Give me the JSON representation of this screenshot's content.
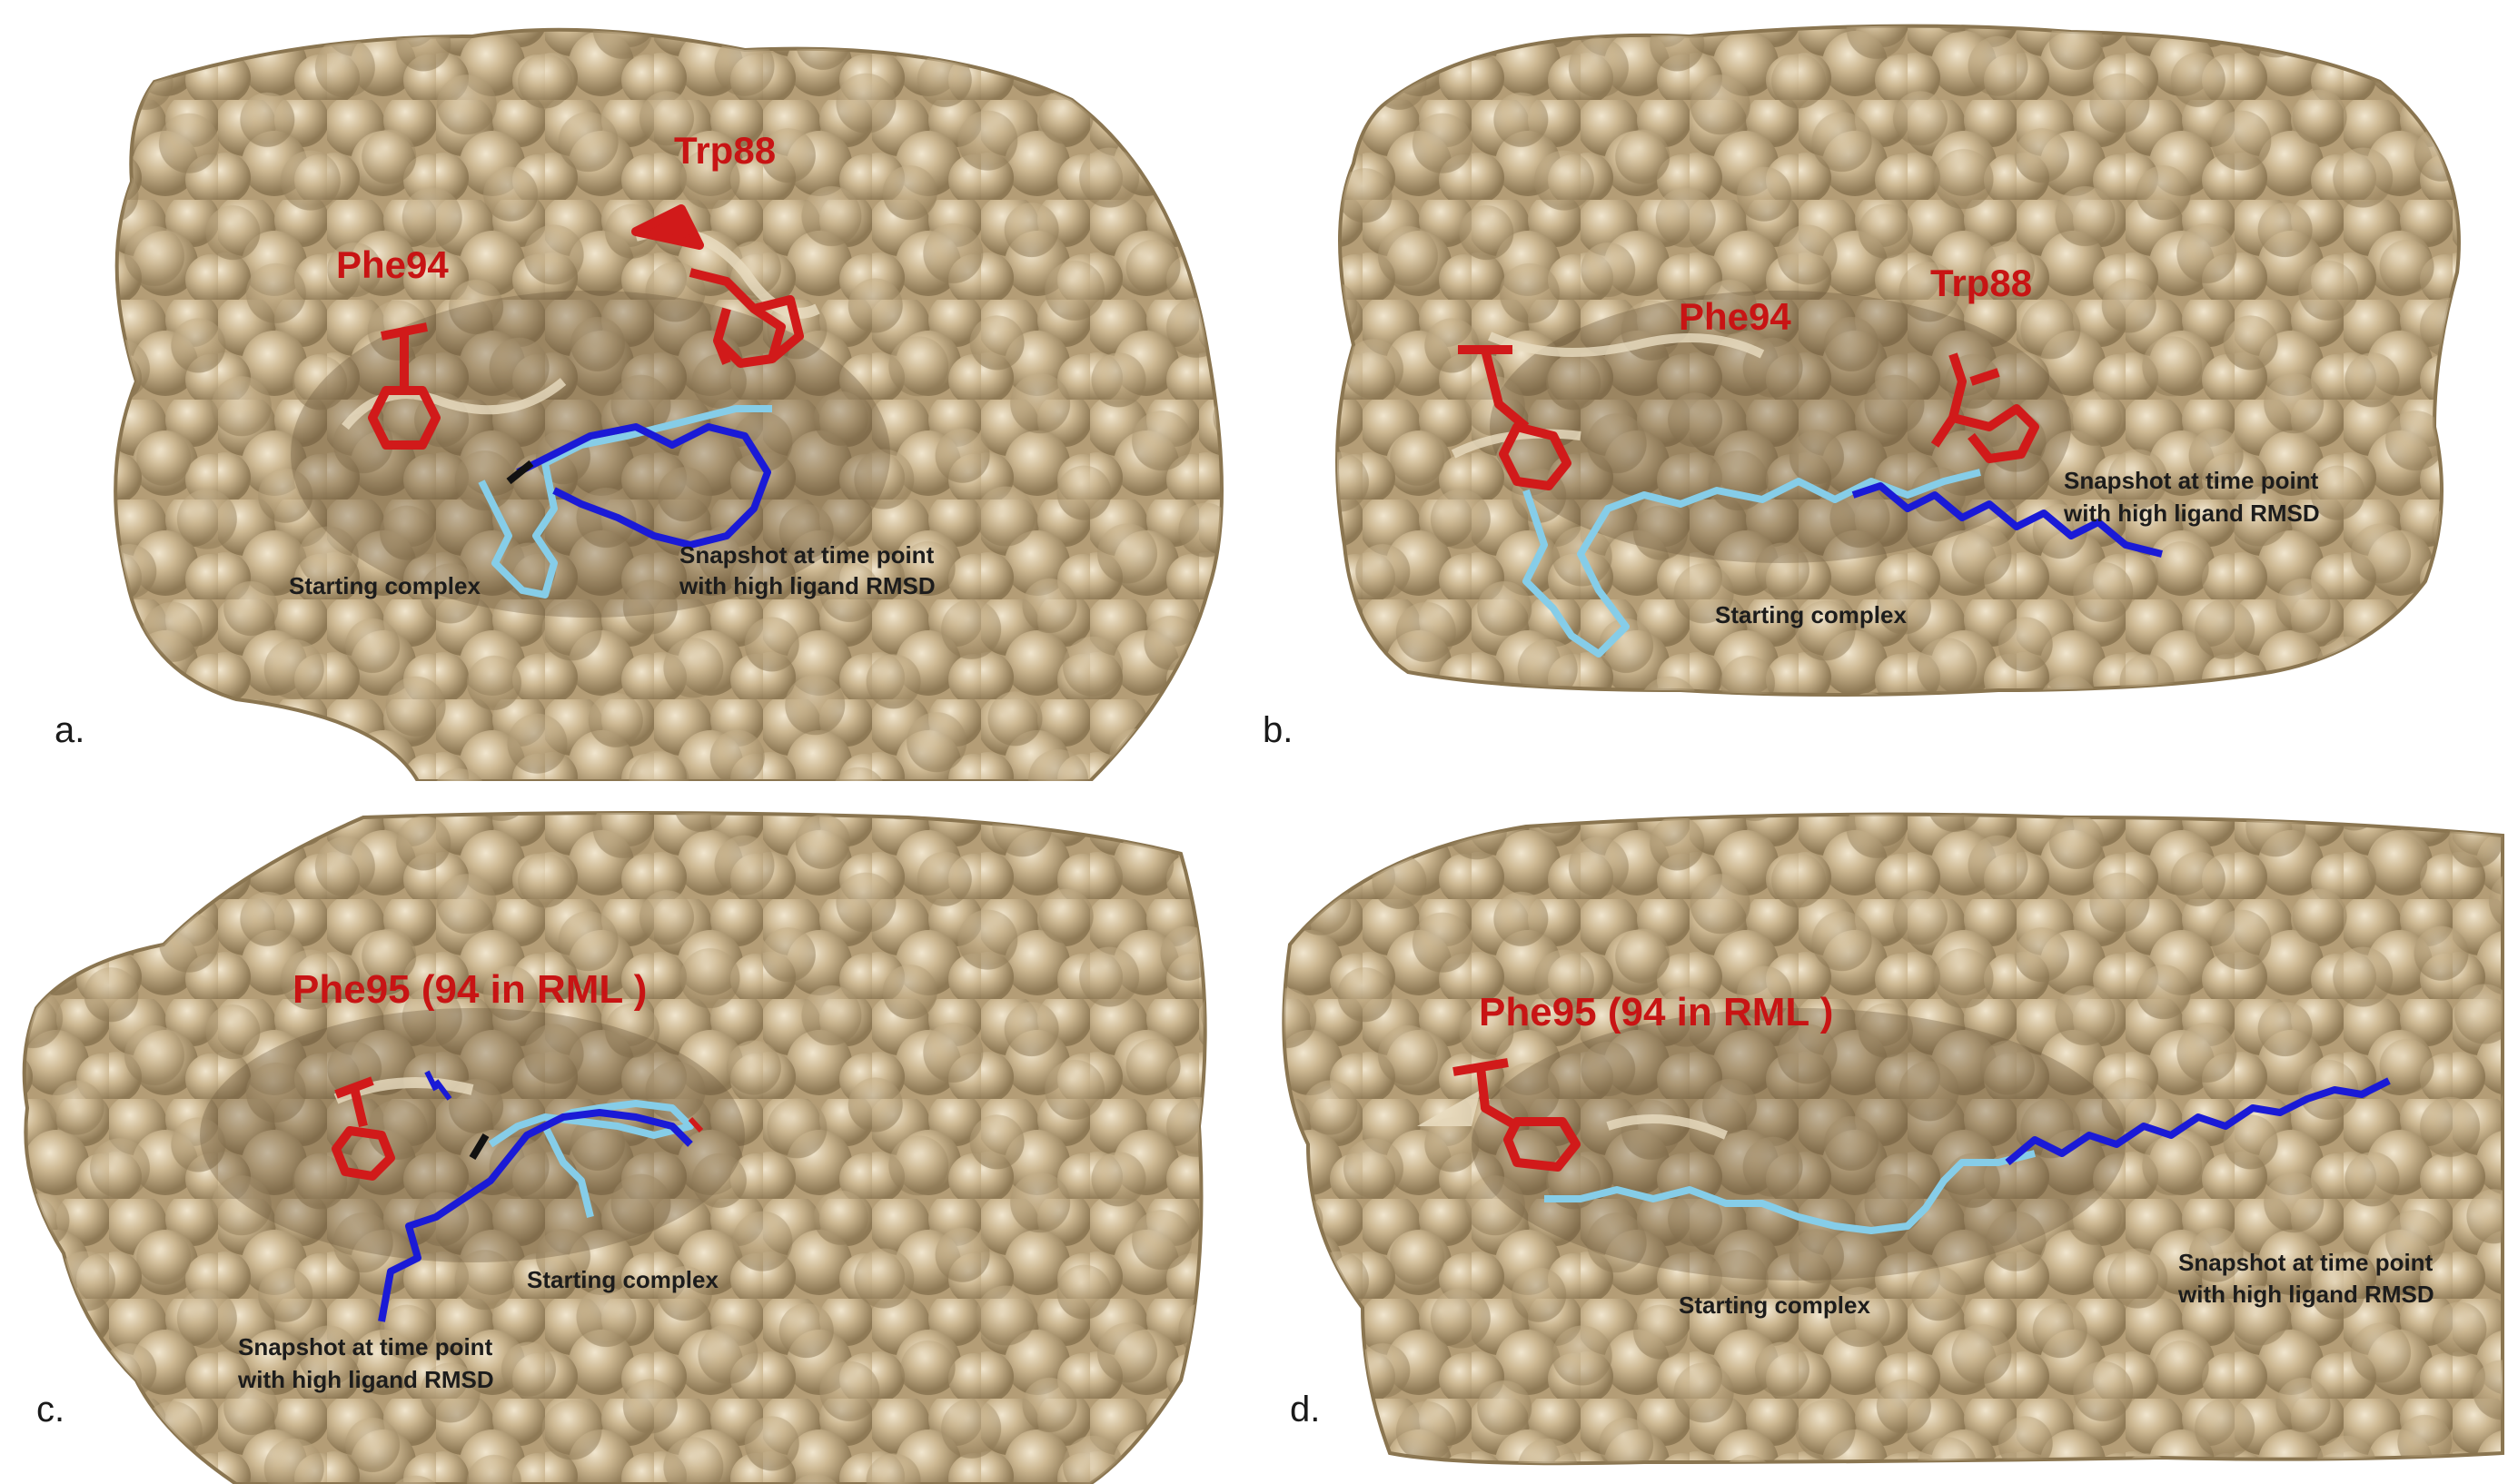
{
  "panels": [
    {
      "letter": "a.",
      "residues": [
        "Phe94",
        "Trp88"
      ],
      "starting_label": "Starting complex",
      "snapshot_label_1": "Snapshot at time point",
      "snapshot_label_2": "with high ligand RMSD"
    },
    {
      "letter": "b.",
      "residues": [
        "Phe94",
        "Trp88"
      ],
      "starting_label": "Starting complex",
      "snapshot_label_1": "Snapshot at time point",
      "snapshot_label_2": "with high ligand RMSD"
    },
    {
      "letter": "c.",
      "residues": [
        "Phe95 (94 in RML )"
      ],
      "starting_label": "Starting complex",
      "snapshot_label_1": "Snapshot at time point",
      "snapshot_label_2": "with high ligand RMSD"
    },
    {
      "letter": "d.",
      "residues": [
        "Phe95 (94 in RML )"
      ],
      "starting_label": "Starting complex",
      "snapshot_label_1": "Snapshot at time point",
      "snapshot_label_2": "with high ligand RMSD"
    }
  ],
  "colors": {
    "surface": "#c9b38d",
    "surface_shadow": "#8f7a56",
    "surface_highlight": "#eee0c4",
    "residue": "#d11a1a",
    "starting_ligand": "#86cde8",
    "snapshot_ligand": "#1a1ad6",
    "ribbon": "#e6d8bb"
  }
}
